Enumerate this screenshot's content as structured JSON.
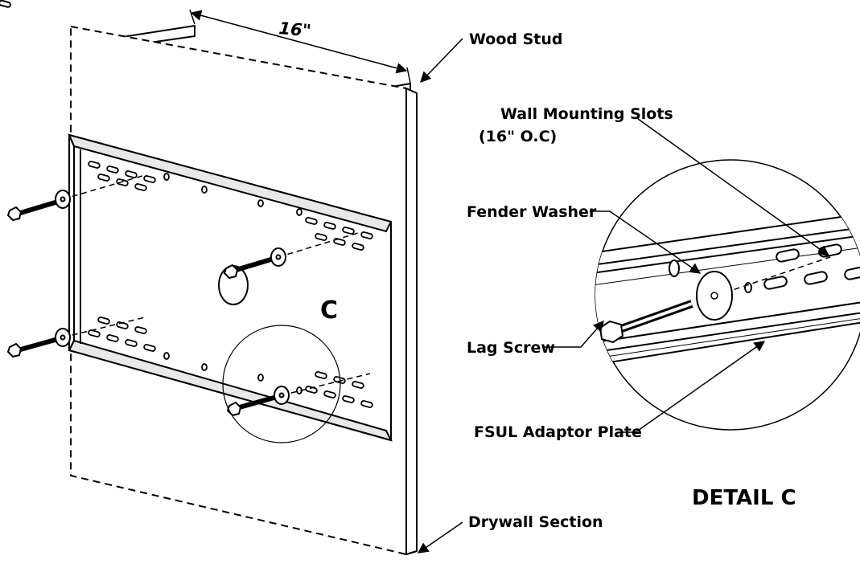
{
  "diagram": {
    "dimension_label": "16\"",
    "callout_letter": "C",
    "detail_title": "DETAIL C",
    "labels": {
      "wood_stud": "Wood Stud",
      "wall_slots_line1": "Wall Mounting Slots",
      "wall_slots_line2": "(16\" O.C)",
      "fender_washer": "Fender Washer",
      "lag_screw": "Lag Screw",
      "fsul_plate": "FSUL Adaptor Plate",
      "drywall_section": "Drywall Section"
    }
  }
}
